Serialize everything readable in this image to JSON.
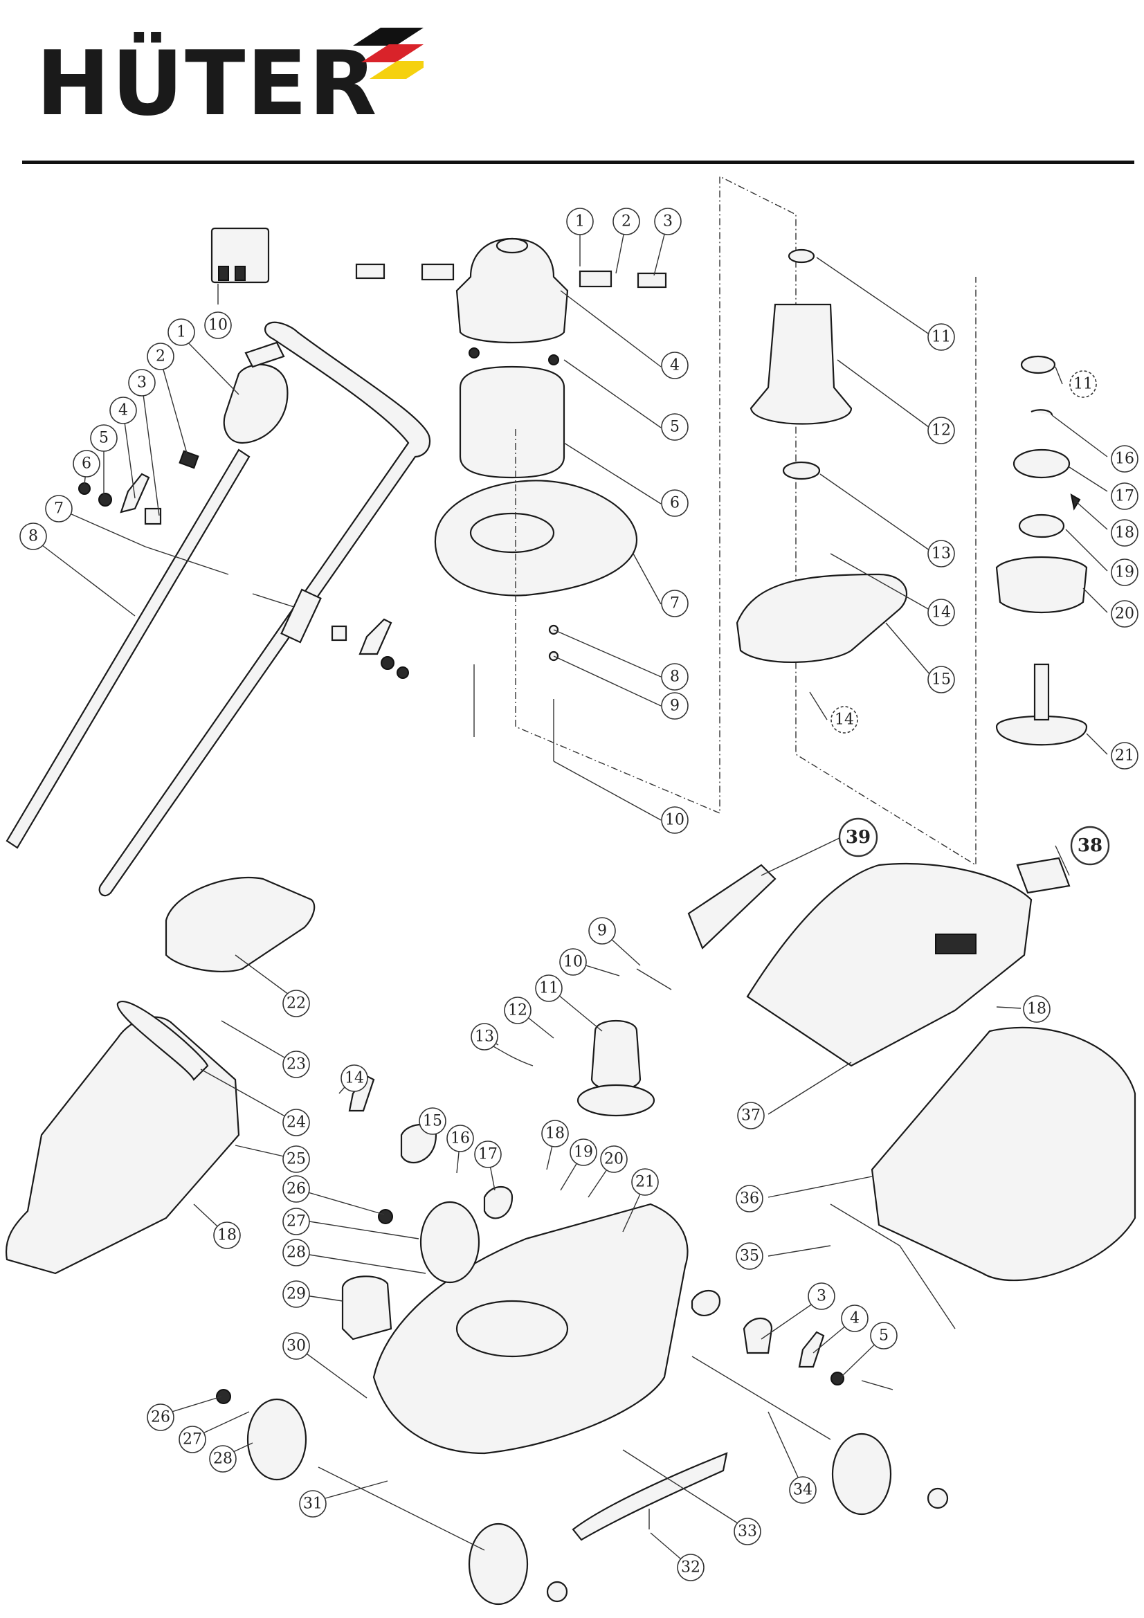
{
  "brand": {
    "name": "HÜTER",
    "accent_red": "#d9232a",
    "accent_yellow": "#f5d10f"
  },
  "callouts": [
    {
      "label": "1"
    },
    {
      "label": "2"
    },
    {
      "label": "3"
    },
    {
      "label": "4"
    },
    {
      "label": "5"
    },
    {
      "label": "6"
    },
    {
      "label": "7"
    },
    {
      "label": "8"
    },
    {
      "label": "10"
    },
    {
      "label": "1"
    },
    {
      "label": "2"
    },
    {
      "label": "3"
    },
    {
      "label": "4"
    },
    {
      "label": "5"
    },
    {
      "label": "6"
    },
    {
      "label": "7"
    },
    {
      "label": "8"
    },
    {
      "label": "9"
    },
    {
      "label": "10"
    },
    {
      "label": "11"
    },
    {
      "label": "12"
    },
    {
      "label": "13"
    },
    {
      "label": "14"
    },
    {
      "label": "15"
    },
    {
      "label": "14"
    },
    {
      "label": "11"
    },
    {
      "label": "16"
    },
    {
      "label": "17"
    },
    {
      "label": "18"
    },
    {
      "label": "19"
    },
    {
      "label": "20"
    },
    {
      "label": "21"
    },
    {
      "label": "39"
    },
    {
      "label": "38"
    },
    {
      "label": "37"
    },
    {
      "label": "18"
    },
    {
      "label": "36"
    },
    {
      "label": "35"
    },
    {
      "label": "9"
    },
    {
      "label": "10"
    },
    {
      "label": "11"
    },
    {
      "label": "12"
    },
    {
      "label": "13"
    },
    {
      "label": "22"
    },
    {
      "label": "23"
    },
    {
      "label": "24"
    },
    {
      "label": "25"
    },
    {
      "label": "18"
    },
    {
      "label": "14"
    },
    {
      "label": "15"
    },
    {
      "label": "16"
    },
    {
      "label": "17"
    },
    {
      "label": "18"
    },
    {
      "label": "19"
    },
    {
      "label": "20"
    },
    {
      "label": "21"
    },
    {
      "label": "26"
    },
    {
      "label": "27"
    },
    {
      "label": "28"
    },
    {
      "label": "29"
    },
    {
      "label": "30"
    },
    {
      "label": "26"
    },
    {
      "label": "27"
    },
    {
      "label": "28"
    },
    {
      "label": "31"
    },
    {
      "label": "3"
    },
    {
      "label": "4"
    },
    {
      "label": "5"
    },
    {
      "label": "34"
    },
    {
      "label": "33"
    },
    {
      "label": "32"
    }
  ]
}
